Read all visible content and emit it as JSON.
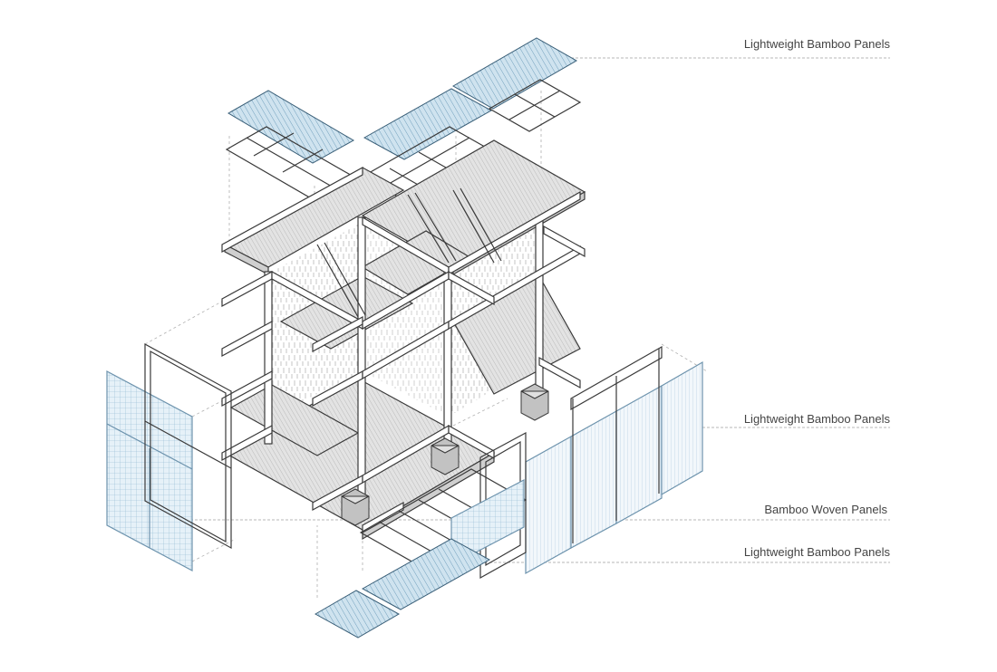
{
  "labels": {
    "roof_panels": "Lightweight Bamboo Panels",
    "wall_panels": "Lightweight Bamboo Panels",
    "woven_panels": "Bamboo Woven Panels",
    "floor_panels": "Lightweight Bamboo Panels"
  },
  "colors": {
    "line": "#3a3a3a",
    "panel_blue_fill": "#cfe3ef",
    "panel_blue_line": "#5a8fb0",
    "panel_grey_fill": "#d8d8d8",
    "floor_fill": "#e6e6e6",
    "footing_fill": "#bfbfbf",
    "leader": "#9a9a9a"
  }
}
